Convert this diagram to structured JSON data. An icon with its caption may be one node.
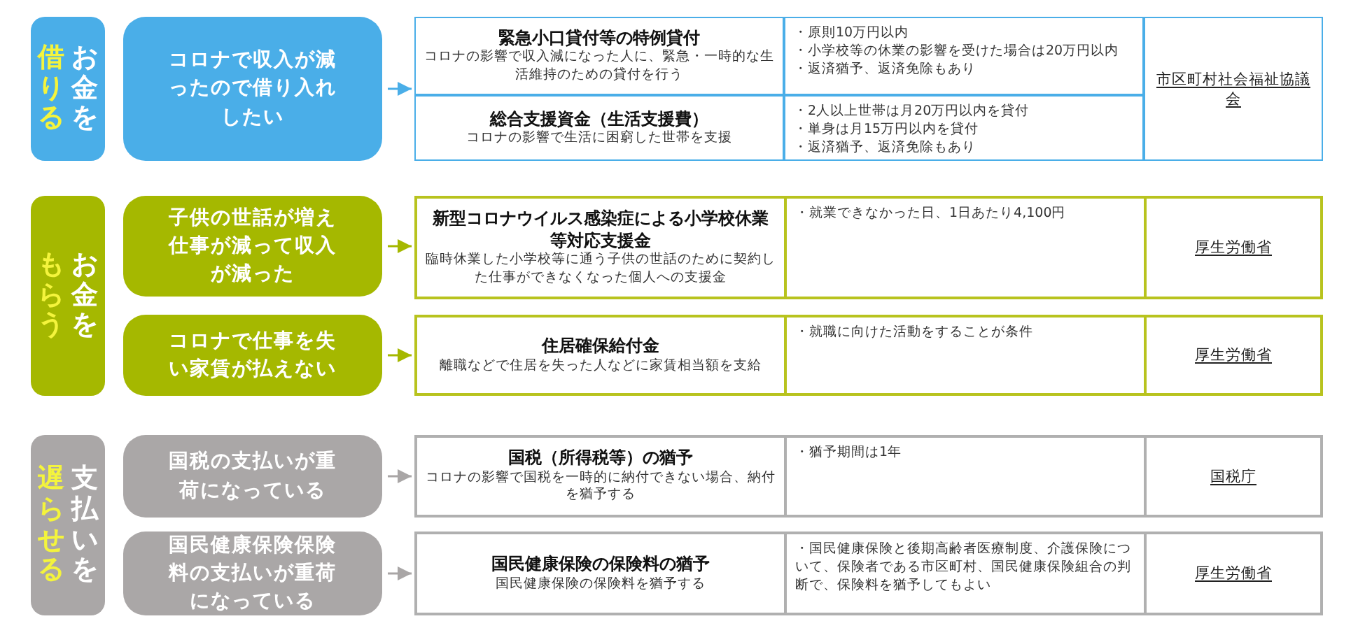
{
  "diagram": {
    "nodes": [
      {
        "text": [
          "借りる",
          "お金を"
        ]
      },
      {
        "text": [
          "コロナで収入が減ったので**借り入れ**したい"
        ]
      },
      {
        "text": [],
        "shape": "box"
      },
      {
        "text": [
          "緊急小口貸付等の特例貸付",
          "コロナの影響で収入減になった人に、緊急・一時的な生活維持のための貸付を行う"
        ],
        "in": 2
      },
      {
        "text": [
          "・原則10万円以内",
          "・小学校等の休業の影響を受けた場合は20万円以内",
          "・返済猶予、返済免除もあり"
        ],
        "in": 2
      },
      {
        "text": [
          "総合支援資金（生活支援費）",
          "コロナの影響で生活に困窮した世帯を支援"
        ],
        "in": 2
      },
      {
        "text": [
          "・2人以上世帯は月20万円以内を貸付",
          "・単身は月15万円以内を貸付",
          "・返済猶予、返済免除もあり"
        ],
        "in": 2
      },
      {
        "text": [
          "市区町村社会福祉協議会"
        ],
        "in": 2
      },
      {
        "text": [
          "もらう",
          "お金を"
        ]
      },
      {
        "text": [
          "**子供**の世話が増え仕事が減って収入が減った"
        ]
      },
      {
        "text": [
          "新型コロナウイルス感染症による小学校休業等対応支援金",
          "臨時休業した小学校等に通う子供の世話のために契約した仕事ができなくなった個人への支援金"
        ]
      },
      {
        "text": [
          "・就業できなかった日、1日あたり4,100円"
        ]
      },
      {
        "text": [
          "厚生労働省"
        ]
      },
      {
        "text": [
          "コロナで仕事を失い**家賃**が払えない"
        ]
      },
      {
        "text": [
          "住居確保給付金",
          "離職などで住居を失った人などに家賃相当額を支給"
        ]
      },
      {
        "text": [
          "・就職に向けた活動をすることが条件"
        ]
      },
      {
        "text": [
          "厚生労働省"
        ]
      },
      {
        "text": [
          "遅らせる",
          "支払いを"
        ]
      },
      {
        "text": [
          "**国税**の支払いが重荷になっている"
        ]
      },
      {
        "text": [
          "国税（所得税等）の猶予",
          "コロナの影響で国税を一時的に納付できない場合、納付を猶予する"
        ]
      },
      {
        "text": [
          "・猶予期間は1年"
        ]
      },
      {
        "text": [
          "国税庁"
        ]
      },
      {
        "text": [
          "**国民健康保険保険料**の支払いが重荷になっている"
        ]
      },
      {
        "text": [
          "国民健康保険の保険料の猶予",
          "国民健康保険の保険料を猶予する"
        ]
      },
      {
        "text": [
          "・国民健康保険と後期高齢者医療制度、介護保険について、保険者である市区町村、国民健康保険組合の判断で、保険料を猶予してもよい"
        ]
      },
      {
        "text": [
          "厚生労働省"
        ]
      }
    ],
    "edges": [
      {
        "from": 1,
        "to": 2,
        "arrow": "to",
        "color": "#4aaee8"
      },
      {
        "from": 9,
        "to": 10,
        "arrow": "to",
        "color": "#a5b800"
      },
      {
        "from": 13,
        "to": 14,
        "arrow": "to",
        "color": "#a5b800"
      },
      {
        "from": 18,
        "to": 19,
        "arrow": "to",
        "color": "#a9a6a6"
      },
      {
        "from": 22,
        "to": 23,
        "arrow": "to",
        "color": "#a9a6a6"
      }
    ]
  }
}
